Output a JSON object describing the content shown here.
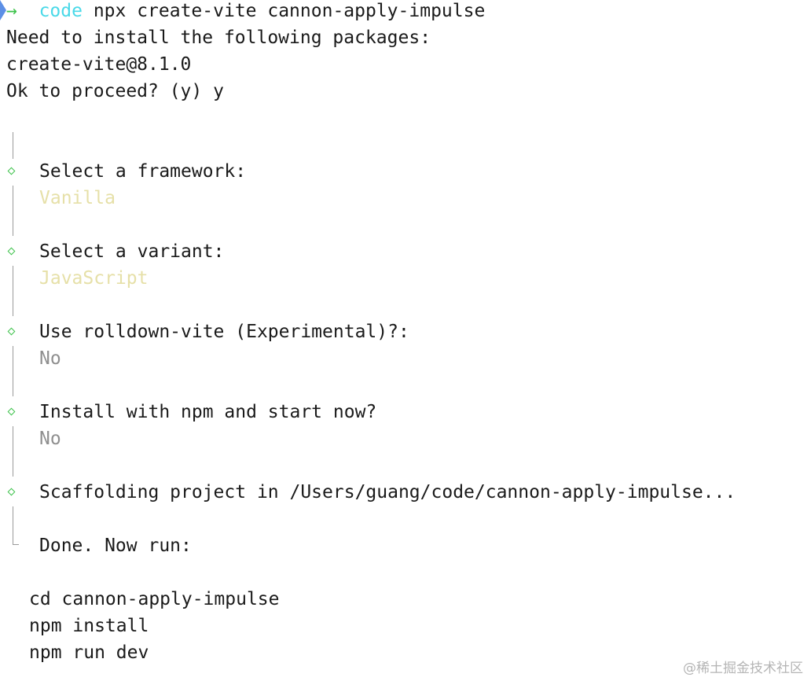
{
  "prompt": {
    "arrow_symbol": "→",
    "directory": "code",
    "command": "npx create-vite cannon-apply-impulse"
  },
  "output": {
    "need_install": "Need to install the following packages:",
    "package": "create-vite@8.1.0",
    "proceed": "Ok to proceed? (y) y"
  },
  "steps": [
    {
      "question": "Select a framework:",
      "answer": "Vanilla"
    },
    {
      "question": "Select a variant:",
      "answer": "JavaScript"
    },
    {
      "question": "Use rolldown-vite (Experimental)?:",
      "answer": "No"
    },
    {
      "question": "Install with npm and start now?",
      "answer": "No"
    }
  ],
  "scaffolding": "Scaffolding project in /Users/guang/code/cannon-apply-impulse...",
  "done": "Done. Now run:",
  "next_commands": [
    "cd cannon-apply-impulse",
    "npm install",
    "npm run dev"
  ],
  "watermark": "@稀土掘金技术社区",
  "colors": {
    "prompt_arrow": "#3cc24a",
    "directory": "#4ad9e8",
    "diamond": "#3cc24a",
    "answer_highlight": "#e6e0a8",
    "answer_dim": "#8f8f8f",
    "text": "#1a1a1a"
  }
}
